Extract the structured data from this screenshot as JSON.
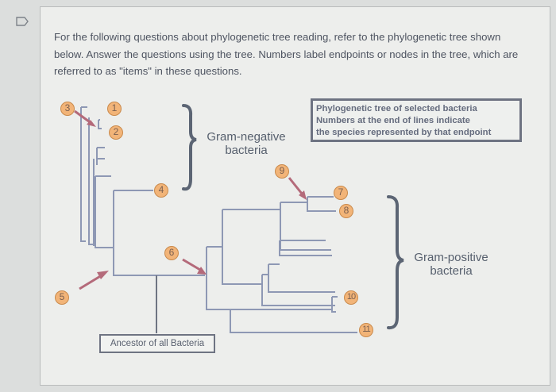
{
  "question": {
    "flag_icon": "flag-icon",
    "prompt": "For the following questions about phylogenetic tree reading, refer to the phylogenetic tree shown below.  Answer the questions using the tree.  Numbers label endpoints or nodes in the tree, which are referred to as \"items\" in these questions."
  },
  "figure": {
    "legend": {
      "line1": "Phylogenetic tree of selected bacteria",
      "line2": "Numbers at the end of lines indicate",
      "line3": "the species represented by that endpoint"
    },
    "groups": {
      "gram_negative_line1": "Gram-negative",
      "gram_negative_line2": "bacteria",
      "gram_positive_line1": "Gram-positive",
      "gram_positive_line2": "bacteria"
    },
    "root_label": "Ancestor of all Bacteria",
    "items": [
      "1",
      "2",
      "3",
      "4",
      "5",
      "6",
      "7",
      "8",
      "9",
      "10",
      "11"
    ],
    "colors": {
      "branch": "#8e98b4",
      "arrow": "#b46a7a",
      "badge_fill": "#f2b478",
      "brace": "#5c6574"
    }
  }
}
